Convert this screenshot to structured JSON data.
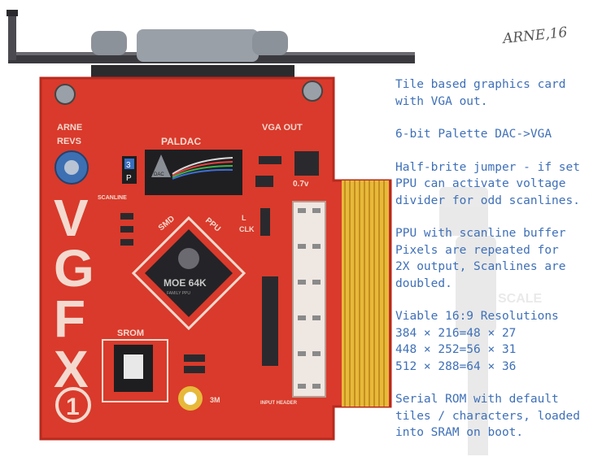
{
  "signature": "ARNE,16",
  "board": {
    "big_letters": [
      "V",
      "G",
      "F",
      "X"
    ],
    "revision_number": "1",
    "label_arne": "ARNE",
    "label_revs": "REVS",
    "label_paldac": "PALDAC",
    "label_vga_out": "VGA OUT",
    "label_smd": "SMD",
    "label_ppu": "PPU",
    "label_clk": "CLK",
    "label_clk_mark": "L",
    "label_srom": "SROM",
    "label_scanlines": "SCANLINE",
    "label_input": "INPUT HEADER",
    "label_3m": "3M",
    "label_07v": "0.7v",
    "ppu_chip_text": "MOE 64K",
    "ppu_chip_sub": "FAMILY PPU",
    "dac_label": "DAC",
    "jumper_top": "3",
    "jumper_bottom": "P",
    "scale_label": "SCALE"
  },
  "notes": [
    "Tile based graphics card\nwith VGA out.",
    "6-bit Palette DAC->VGA",
    "Half-brite jumper - if set\nPPU can activate voltage\ndivider for odd scanlines.",
    "PPU with scanline buffer\nPixels are repeated for\n2X output, Scanlines are\ndoubled.",
    "Viable 16:9 Resolutions\n384 × 216=48 × 27\n448 × 252=56 × 31\n512 × 288=64 × 36",
    "Serial ROM with default\ntiles / characters, loaded\ninto SRAM on boot."
  ],
  "colors": {
    "pcb": "#d93a2b",
    "pcb_dark": "#b82a1e",
    "gold": "#e7b93a",
    "note_text": "#3f70b8"
  }
}
